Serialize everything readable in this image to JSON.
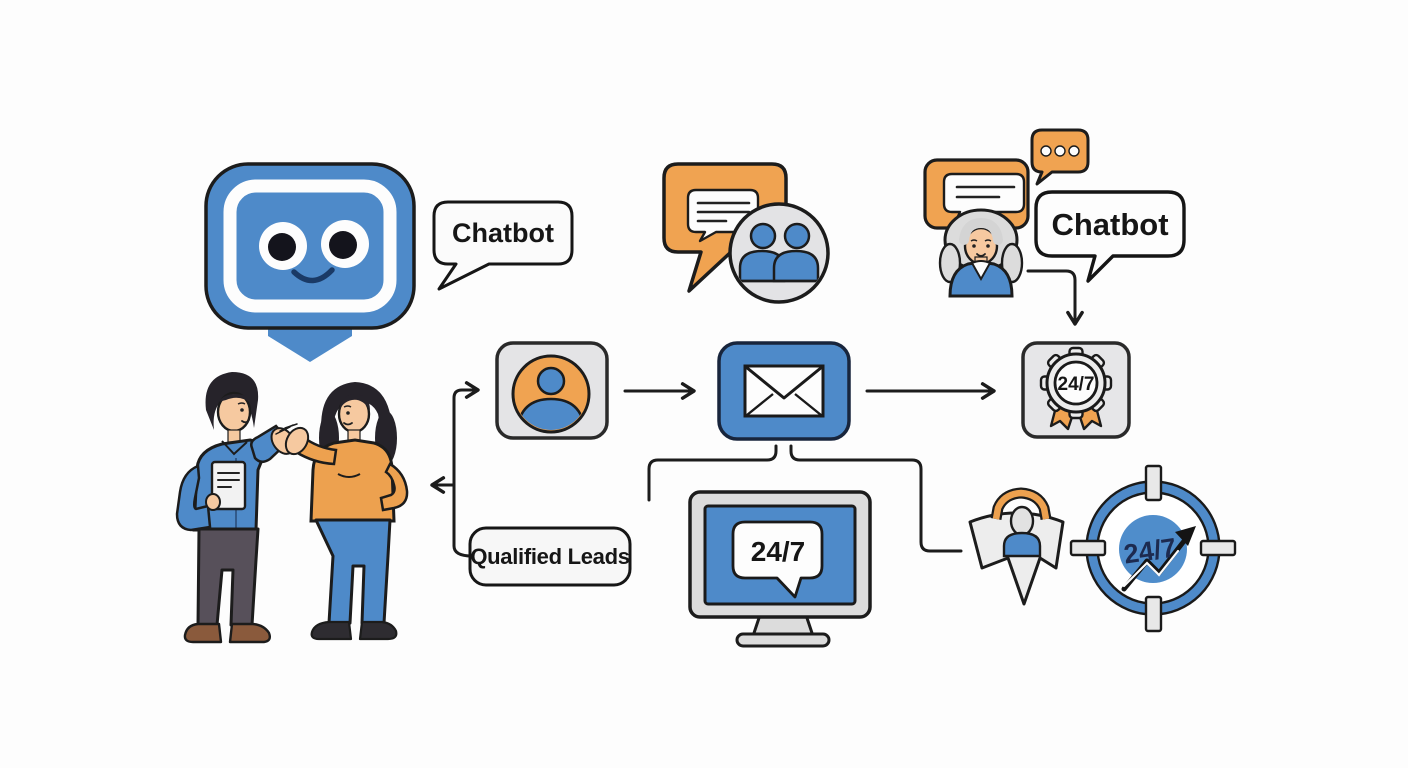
{
  "meta": {
    "description": "Flat illustration diagram of a chatbot lead-generation workflow",
    "background": "#fdfdfd"
  },
  "colors": {
    "blue": "#4e8ac9",
    "orange": "#f0a351",
    "card_gray": "#e5e5e7",
    "outline": "#1c1c1c",
    "white": "#fdfdfd",
    "navy_text": "#1d2b50",
    "skin": "#f6c9a0",
    "hair_dark": "#26232a",
    "pants_gray": "#57505a",
    "shoe_brown": "#8a5a3c",
    "shoe_black": "#2e2c31"
  },
  "bubbles": {
    "chatbot_left": "Chatbot",
    "chatbot_right": "Chatbot",
    "qualified_leads": "Qualified Leads"
  },
  "badges": {
    "support_badge": "24/7",
    "monitor_screen": "24/7",
    "target": "24/7"
  },
  "icons": [
    "robot-mascot-icon",
    "chat-message-bubble-icon",
    "typing-dots-bubble-icon",
    "users-group-circle-icon",
    "agent-woman-avatar",
    "user-avatar-card-icon",
    "email-envelope-card-icon",
    "badge-24-7-gear-icon",
    "monitor-24-7-icon",
    "headset-agent-icon",
    "target-growth-24-7-icon",
    "high-five-people-illustration"
  ],
  "diagram": {
    "nodes": [
      "chatbot-mascot",
      "happy-customers",
      "user-avatar-card",
      "email-card",
      "badge-24-7",
      "qualified-leads",
      "monitor-24-7",
      "headset-agent",
      "target-24-7",
      "agent-woman"
    ],
    "edges": [
      {
        "from": "qualified-leads",
        "to": "user-avatar-card",
        "arrow": true
      },
      {
        "from": "qualified-leads",
        "to": "happy-customers",
        "arrow": true
      },
      {
        "from": "user-avatar-card",
        "to": "email-card",
        "arrow": true
      },
      {
        "from": "email-card",
        "to": "badge-24-7",
        "arrow": true
      },
      {
        "from": "agent-woman",
        "to": "badge-24-7",
        "arrow": true
      },
      {
        "from": "email-card",
        "to": "monitor-24-7",
        "arrow": false
      },
      {
        "from": "email-card",
        "to": "headset-agent",
        "arrow": false
      }
    ]
  }
}
